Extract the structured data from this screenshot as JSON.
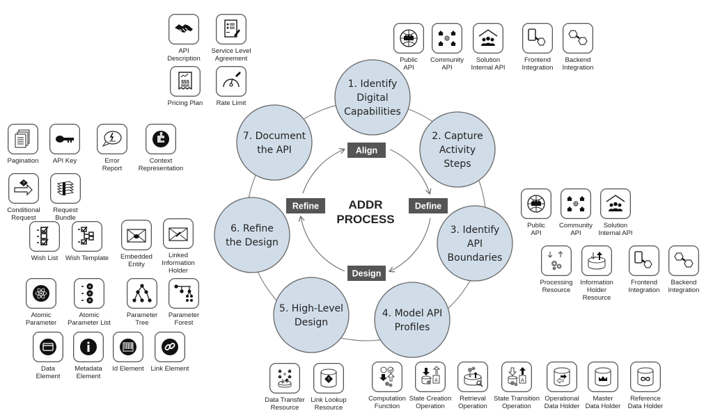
{
  "title": "ADDR PROCESS",
  "title_lines": [
    "ADDR",
    "PROCESS"
  ],
  "colors": {
    "step_fill": "#d0dde9",
    "step_stroke": "#666666",
    "phase_fill": "#555555",
    "ring": "#888888"
  },
  "phases": {
    "align": "Align",
    "define": "Define",
    "design": "Design",
    "refine": "Refine"
  },
  "steps": [
    {
      "num": 1,
      "lines": [
        "1. Identify",
        "Digital",
        "Capabilities"
      ]
    },
    {
      "num": 2,
      "lines": [
        "2. Capture",
        "Activity",
        "Steps"
      ]
    },
    {
      "num": 3,
      "lines": [
        "3. Identify",
        "API",
        "Boundaries"
      ]
    },
    {
      "num": 4,
      "lines": [
        "4. Model API",
        "Profiles"
      ]
    },
    {
      "num": 5,
      "lines": [
        "5. High-Level",
        "Design"
      ]
    },
    {
      "num": 6,
      "lines": [
        "6. Refine",
        "the Design"
      ]
    },
    {
      "num": 7,
      "lines": [
        "7. Document",
        "the API"
      ]
    }
  ],
  "icons": {
    "api_description": {
      "label": "API\nDescription",
      "icon": "handshake-icon"
    },
    "service_level_agreement": {
      "label": "Service Level\nAgreement",
      "icon": "contract-icon"
    },
    "pricing_plan": {
      "label": "Pricing Plan",
      "icon": "receipt-icon"
    },
    "rate_limit": {
      "label": "Rate Limit",
      "icon": "speedometer-icon"
    },
    "public_api_top": {
      "label": "Public\nAPI",
      "icon": "globe-people-icon"
    },
    "community_api_top": {
      "label": "Community\nAPI",
      "icon": "community-icon"
    },
    "solution_internal_api_top": {
      "label": "Solution\nInternal API",
      "icon": "house-people-icon"
    },
    "frontend_integration_top": {
      "label": "Frontend\nIntegration",
      "icon": "frontend-integration-icon"
    },
    "backend_integration_top": {
      "label": "Backend\nIntegration",
      "icon": "backend-integration-icon"
    },
    "pagination": {
      "label": "Pagination",
      "icon": "pages-icon"
    },
    "api_key": {
      "label": "API Key",
      "icon": "key-icon"
    },
    "error_report": {
      "label": "Error\nReport",
      "icon": "speech-bubble-icon"
    },
    "context_representation": {
      "label": "Context\nRepresentation",
      "icon": "puzzle-icon"
    },
    "conditional_request": {
      "label": "Conditional\nRequest",
      "icon": "conditional-arrow-icon"
    },
    "request_bundle": {
      "label": "Request\nBundle",
      "icon": "bundle-icon"
    },
    "wish_list": {
      "label": "Wish List",
      "icon": "checklist-icon"
    },
    "wish_template": {
      "label": "Wish Template",
      "icon": "checklist-tree-icon"
    },
    "embedded_entity": {
      "label": "Embedded\nEntity",
      "icon": "envelope-dot-icon"
    },
    "linked_information_holder": {
      "label": "Linked\nInformation\nHolder",
      "icon": "envelope-link-icon"
    },
    "atomic_parameter": {
      "label": "Atomic\nParameter",
      "icon": "atom-icon"
    },
    "atomic_parameter_list": {
      "label": "Atomic\nParameter List",
      "icon": "atom-list-icon"
    },
    "parameter_tree": {
      "label": "Parameter\nTree",
      "icon": "tree-icon"
    },
    "parameter_forest": {
      "label": "Parameter\nForest",
      "icon": "forest-icon"
    },
    "data_element": {
      "label": "Data\nElement",
      "icon": "card-icon"
    },
    "metadata_element": {
      "label": "Metadata\nElement",
      "icon": "info-icon"
    },
    "id_element": {
      "label": "Id Element",
      "icon": "barcode-icon"
    },
    "link_element": {
      "label": "Link Element",
      "icon": "chain-link-icon"
    },
    "public_api_right": {
      "label": "Public\nAPI",
      "icon": "globe-people-icon"
    },
    "community_api_right": {
      "label": "Community\nAPI",
      "icon": "community-icon"
    },
    "solution_internal_api_right": {
      "label": "Solution\nInternal API",
      "icon": "house-people-icon"
    },
    "processing_resource": {
      "label": "Processing\nResource",
      "icon": "gears-arrows-icon"
    },
    "information_holder_resource": {
      "label": "Information\nHolder\nResource",
      "icon": "database-arrows-icon"
    },
    "frontend_integration_right": {
      "label": "Frontend\nIntegration",
      "icon": "frontend-integration-icon"
    },
    "backend_integration_right": {
      "label": "Backend\nIntegration",
      "icon": "backend-integration-icon"
    },
    "data_transfer_resource": {
      "label": "Data Transfer\nResource",
      "icon": "data-transfer-icon"
    },
    "link_lookup_resource": {
      "label": "Link Lookup\nResource",
      "icon": "database-diamond-icon"
    },
    "computation_function": {
      "label": "Computation\nFunction",
      "icon": "computation-icon"
    },
    "state_creation_operation": {
      "label": "State Creation\nOperation",
      "icon": "state-creation-icon"
    },
    "retrieval_operation": {
      "label": "Retrieval\nOperation",
      "icon": "retrieval-icon"
    },
    "state_transition_operation": {
      "label": "State Transition\nOperation",
      "icon": "state-transition-icon"
    },
    "operational_data_holder": {
      "label": "Operational\nData Holder",
      "icon": "database-swap-icon"
    },
    "master_data_holder": {
      "label": "Master\nData Holder",
      "icon": "database-crown-icon"
    },
    "reference_data_holder": {
      "label": "Reference\nData Holder",
      "icon": "database-infinity-icon"
    }
  }
}
